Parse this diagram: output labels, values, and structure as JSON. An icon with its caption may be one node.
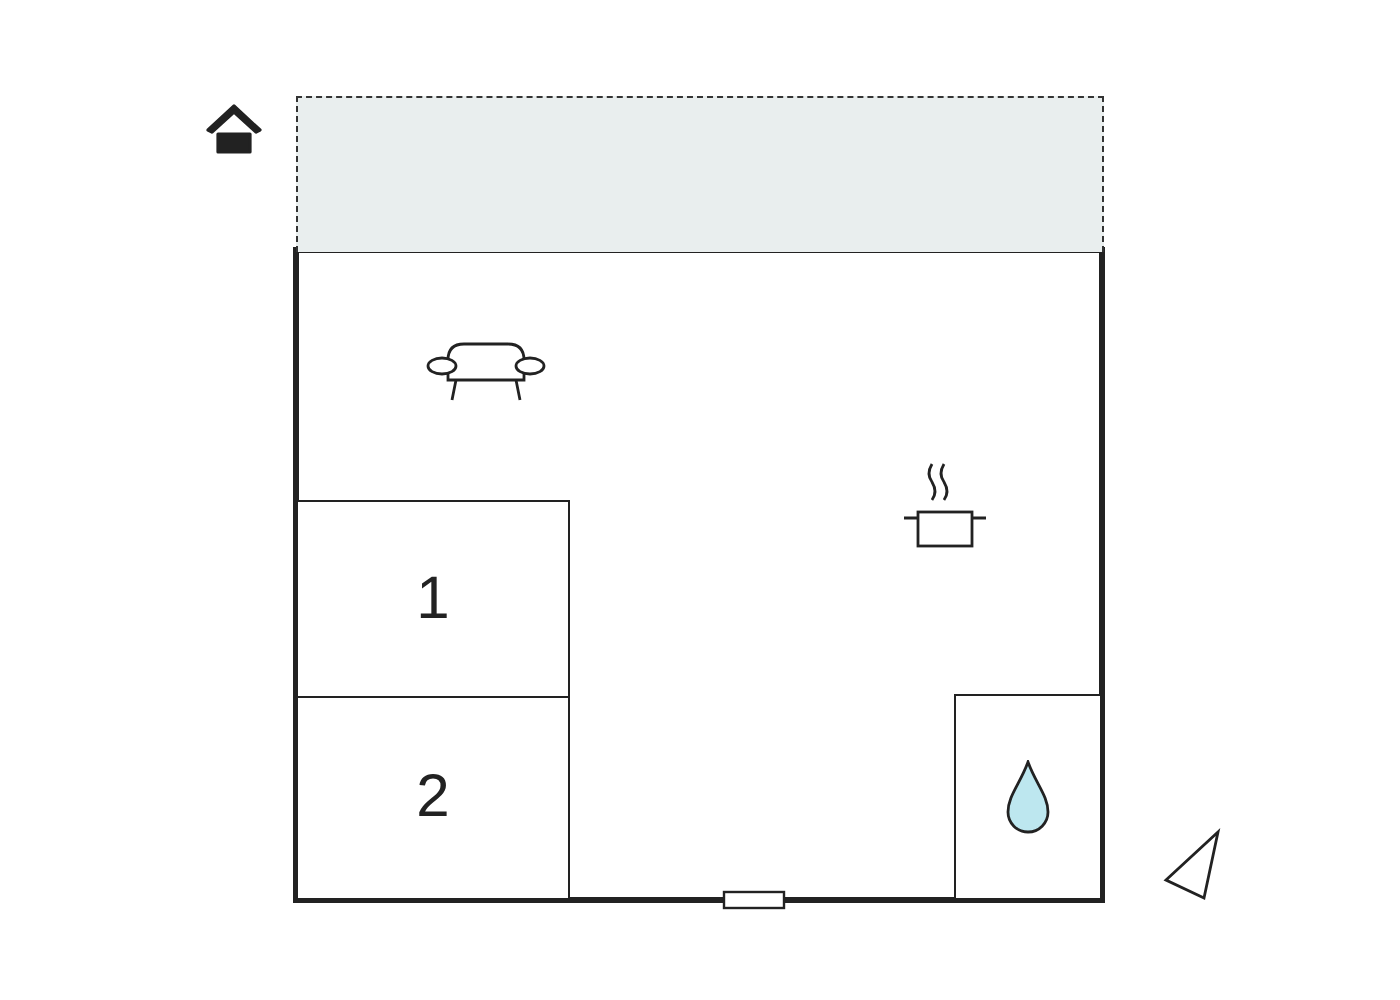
{
  "diagram": {
    "nodes": [
      {
        "text": [],
        "shape": "box"
      },
      {
        "text": [
          "1"
        ]
      },
      {
        "text": [
          "2"
        ]
      },
      {
        "text": [],
        "shape": "box"
      }
    ]
  }
}
